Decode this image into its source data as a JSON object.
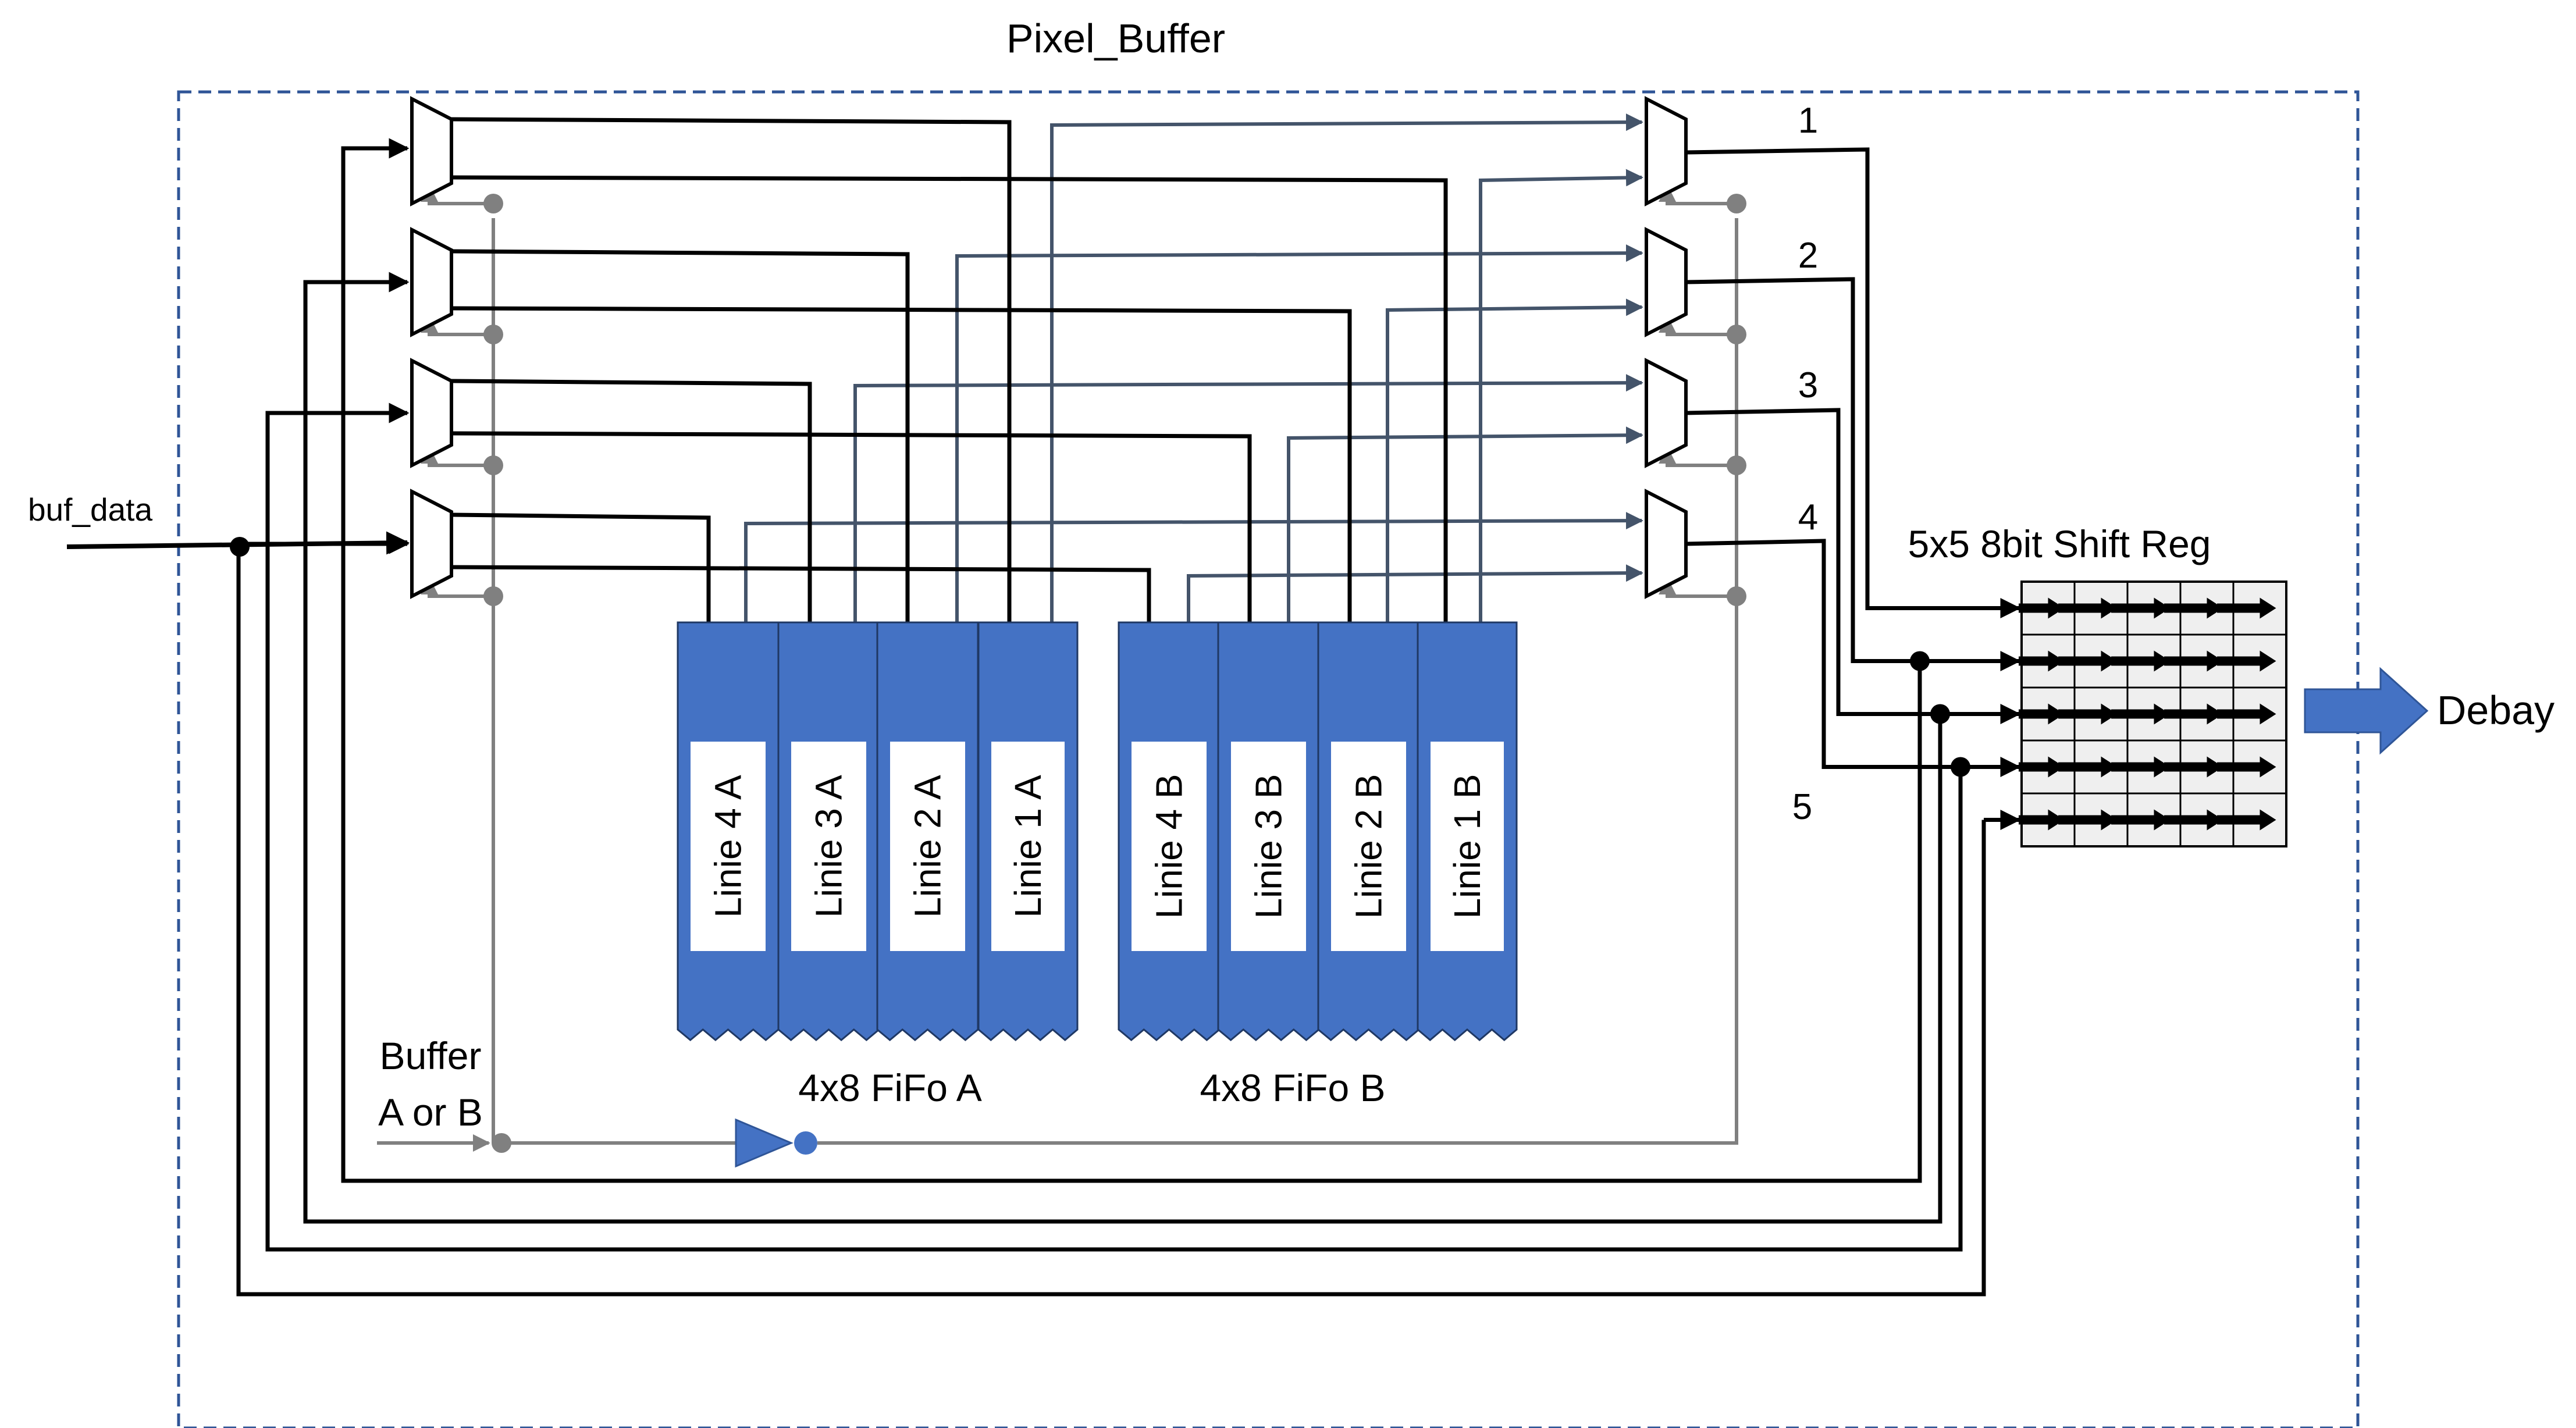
{
  "title": "Pixel_Buffer",
  "input_label": "buf_data",
  "select_label": [
    "Buffer",
    "A or B"
  ],
  "fifo_a": {
    "label": "4x8 FiFo A",
    "lines": [
      "Linie 4 A",
      "Linie 3 A",
      "Linie 2 A",
      "Linie 1 A"
    ]
  },
  "fifo_b": {
    "label": "4x8 FiFo B",
    "lines": [
      "Linie 4 B",
      "Linie 3 B",
      "Linie 2 B",
      "Linie 1 B"
    ]
  },
  "shift_reg": {
    "label": "5x5 8bit Shift Reg",
    "rows": 5,
    "cols": 5
  },
  "output_label": "Debay",
  "line_numbers": [
    "1",
    "2",
    "3",
    "4",
    "5"
  ],
  "colors": {
    "fifo_fill": "#4472C4",
    "wire_black": "#000000",
    "wire_gray": "#808080",
    "wire_blue": "#44546A",
    "frame_border": "#2F5597",
    "arrow_fill": "#4472C4",
    "shift_cell": "#EFEFEF"
  }
}
